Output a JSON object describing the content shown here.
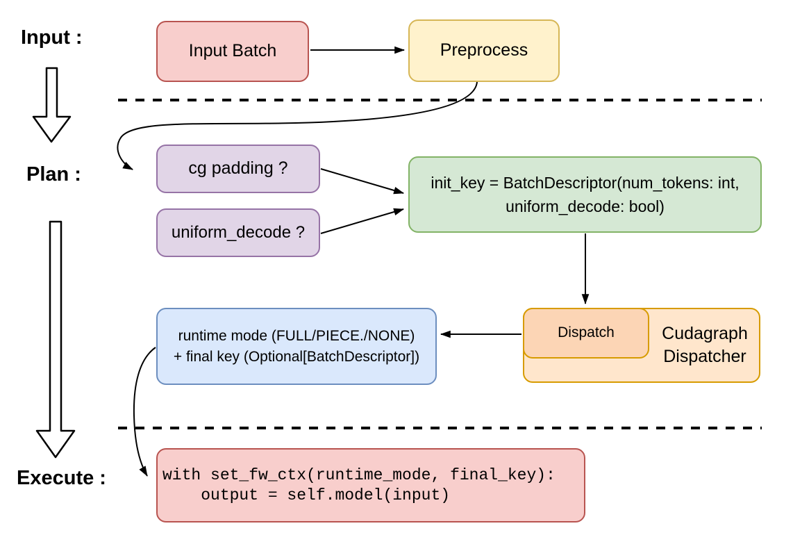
{
  "diagram": {
    "stage_labels": {
      "input": "Input :",
      "plan": "Plan :",
      "execute": "Execute :"
    },
    "nodes": {
      "input_batch": {
        "label": "Input Batch",
        "fill": "#f8cecc",
        "stroke": "#b85450"
      },
      "preprocess": {
        "label": "Preprocess",
        "fill": "#fff2cc",
        "stroke": "#d6b656"
      },
      "cg_padding": {
        "label": "cg padding ?",
        "fill": "#e1d5e7",
        "stroke": "#9673a6"
      },
      "uniform_decode": {
        "label": "uniform_decode ?",
        "fill": "#e1d5e7",
        "stroke": "#9673a6"
      },
      "init_key": {
        "line1": "init_key = BatchDescriptor(num_tokens: int,",
        "line2": "uniform_decode: bool)",
        "fill": "#d5e8d4",
        "stroke": "#82b366"
      },
      "dispatch": {
        "label": "Dispatch",
        "fill": "#fcd5b5",
        "stroke": "#d79b00"
      },
      "cudagraph_dispatcher": {
        "line1": "Cudagraph",
        "line2": "Dispatcher",
        "fill": "#ffe6cc",
        "stroke": "#d79b00"
      },
      "runtime_result": {
        "line1": "runtime mode (FULL/PIECE./NONE)",
        "line2": "+ final key (Optional[BatchDescriptor])",
        "fill": "#dae8fc",
        "stroke": "#6c8ebf"
      },
      "execute_code": {
        "line1": "with set_fw_ctx(runtime_mode, final_key):",
        "line2": "    output = self.model(input)",
        "fill": "#f8cecc",
        "stroke": "#b85450"
      }
    },
    "connector_color": "#000000"
  }
}
